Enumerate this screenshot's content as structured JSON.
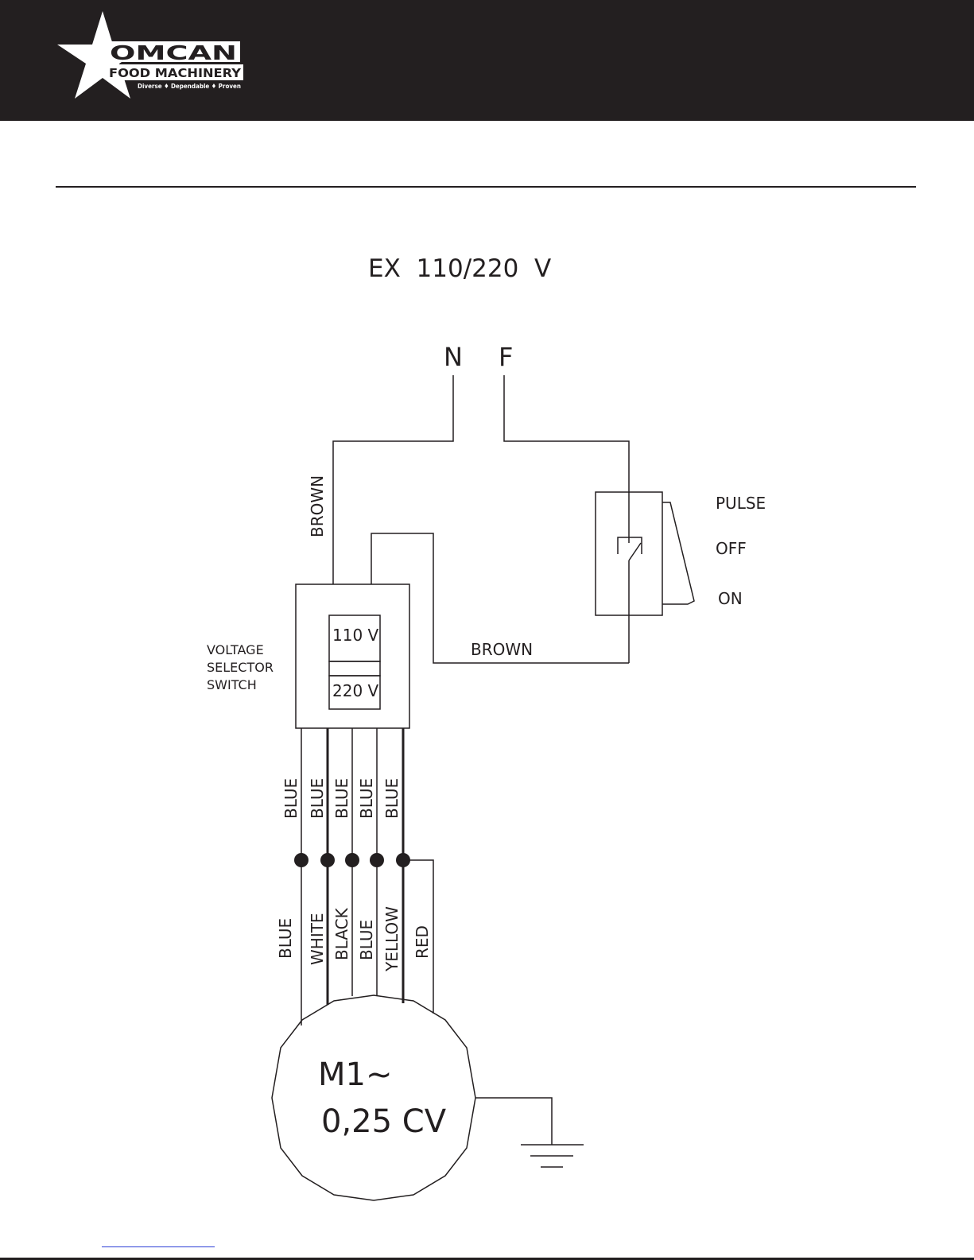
{
  "header": {
    "brand": "OMCAN",
    "subbrand": "FOOD MACHINERY",
    "tagline": "Diverse ♦ Dependable ♦ Proven"
  },
  "diagram": {
    "title": "EX  110/220  V",
    "neutral_label": "N",
    "phase_label": "F",
    "wire_brown_vertical": "BROWN",
    "wire_brown_horizontal": "BROWN",
    "switch_positions": [
      "PULSE",
      "OFF",
      "ON"
    ],
    "selector_label": [
      "VOLTAGE",
      "SELECTOR",
      "SWITCH"
    ],
    "selector_options": [
      "110 V",
      "220 V"
    ],
    "selector_output_wires": [
      "BLUE",
      "BLUE",
      "BLUE",
      "BLUE",
      "BLUE"
    ],
    "motor_wires": [
      "BLUE",
      "WHITE",
      "BLACK",
      "BLUE",
      "YELLOW",
      "RED"
    ],
    "motor_name": "M1~",
    "motor_rating": "0,25 CV"
  }
}
